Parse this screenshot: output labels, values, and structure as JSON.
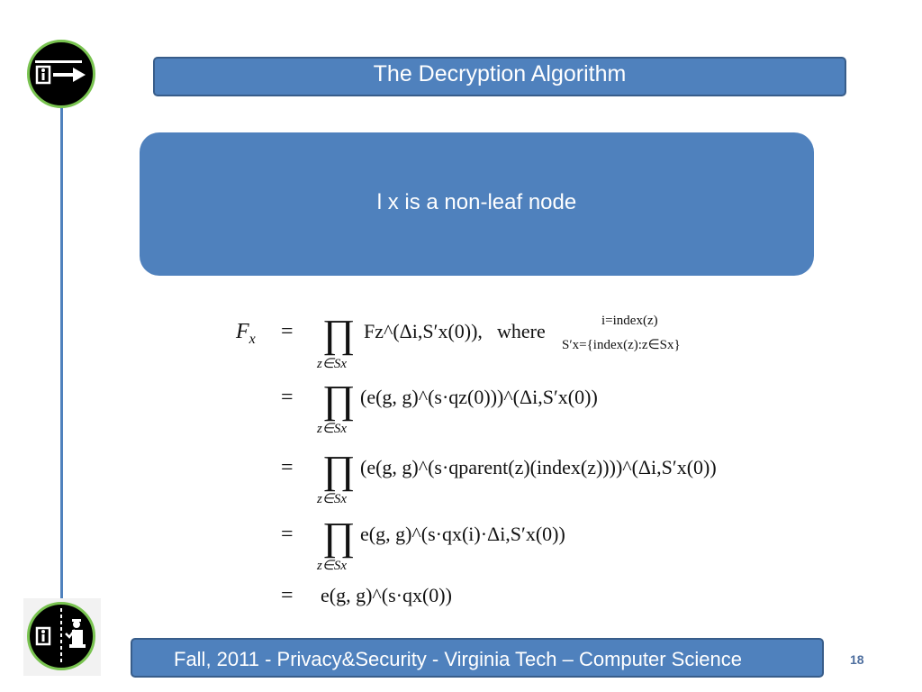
{
  "slide": {
    "title": "The Decryption Algorithm",
    "content_text": "l x is a non-leaf node",
    "footer_text": "Fall, 2011  - Privacy&Security  - Virginia Tech – Computer Science",
    "page_number": "18"
  },
  "equation": {
    "lhs": "F",
    "lhs_sub": "x",
    "eq": "=",
    "where_word": "where",
    "where_line1": "i=index(z)",
    "where_line2": "S′x={index(z):z∈Sx}",
    "prod_sub": "z∈Sx",
    "lines": [
      "Fz^(Δi,S′x(0)),",
      "(e(g, g)^(s·qz(0)))^(Δi,S′x(0))",
      "(e(g, g)^(s·qparent(z)(index(z))))^(Δi,S′x(0))",
      "e(g, g)^(s·qx(i)·Δi,S′x(0))",
      "e(g, g)^(s·qx(0))"
    ]
  },
  "colors": {
    "accent": "#4f81bd",
    "accent_border": "#385d8a",
    "badge_ring": "#79c350"
  },
  "icons": {
    "top": "person-exit-arrow-icon",
    "bottom": "person-checkpoint-icon"
  }
}
